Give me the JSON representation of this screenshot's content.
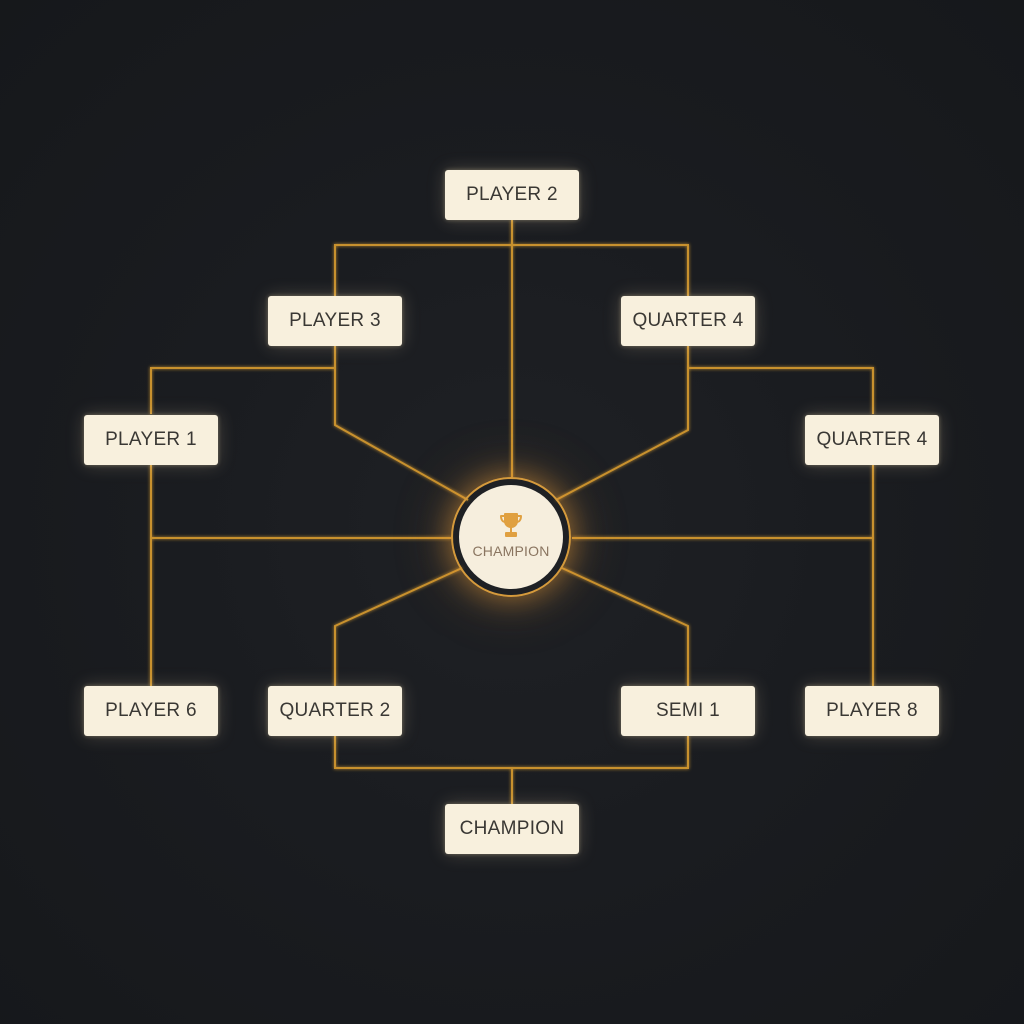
{
  "theme": {
    "background": "#1a1c20",
    "node_fill": "#f8f0dd",
    "node_text": "#3a3834",
    "wire": "#c8912f",
    "accent": "#e0a040"
  },
  "nodes": {
    "top": "PLAYER 2",
    "upper_left": "PLAYER 3",
    "upper_right": "QUARTER 4",
    "mid_left": "PLAYER 1",
    "mid_right": "QUARTER 4",
    "lower_far_left": "PLAYER 6",
    "lower_left": "QUARTER 2",
    "lower_right": "SEMI 1",
    "lower_far_right": "PLAYER 8",
    "bottom": "CHAMPION"
  },
  "hub": {
    "label": "CHAMPION",
    "icon": "trophy-icon"
  }
}
